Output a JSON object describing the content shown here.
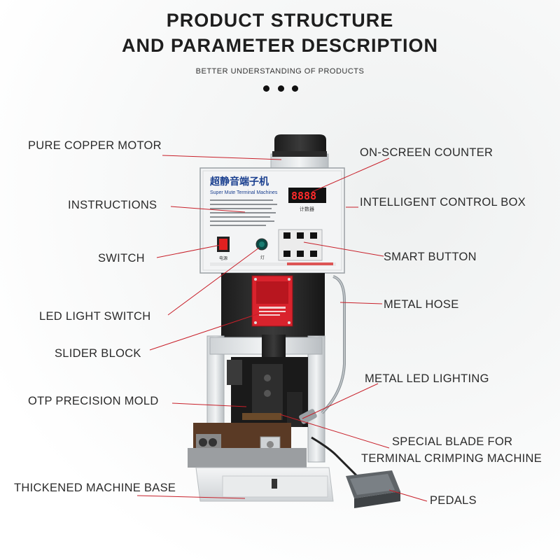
{
  "header": {
    "title_line1": "PRODUCT STRUCTURE",
    "title_line2": "AND PARAMETER DESCRIPTION",
    "subtitle": "BETTER UNDERSTANDING OF PRODUCTS"
  },
  "machine": {
    "panel_title_cn": "超静音端子机",
    "panel_title_en": "Super Mute Terminal Machines",
    "counter_display": "8888",
    "counter_caption": "计数器",
    "power_caption": "电源",
    "light_caption": "灯"
  },
  "labels": {
    "pure_copper_motor": "PURE COPPER MOTOR",
    "on_screen_counter": "ON-SCREEN COUNTER",
    "instructions": "INSTRUCTIONS",
    "intelligent_control_box": "INTELLIGENT CONTROL BOX",
    "switch": "SWITCH",
    "smart_button": "SMART BUTTON",
    "metal_hose": "METAL HOSE",
    "led_light_switch": "LED LIGHT SWITCH",
    "slider_block": "SLIDER BLOCK",
    "metal_led_lighting": "METAL LED LIGHTING",
    "otp_precision_mold": "OTP PRECISION MOLD",
    "special_blade_line1": "SPECIAL BLADE FOR",
    "special_blade_line2": "TERMINAL CRIMPING MACHINE",
    "thickened_machine_base": "THICKENED MACHINE BASE",
    "pedals": "PEDALS"
  },
  "colors": {
    "leader_line": "#c8202a",
    "warning_plate": "#d9232d",
    "power_switch": "#e02020",
    "counter_digits": "#ff2a2a"
  }
}
